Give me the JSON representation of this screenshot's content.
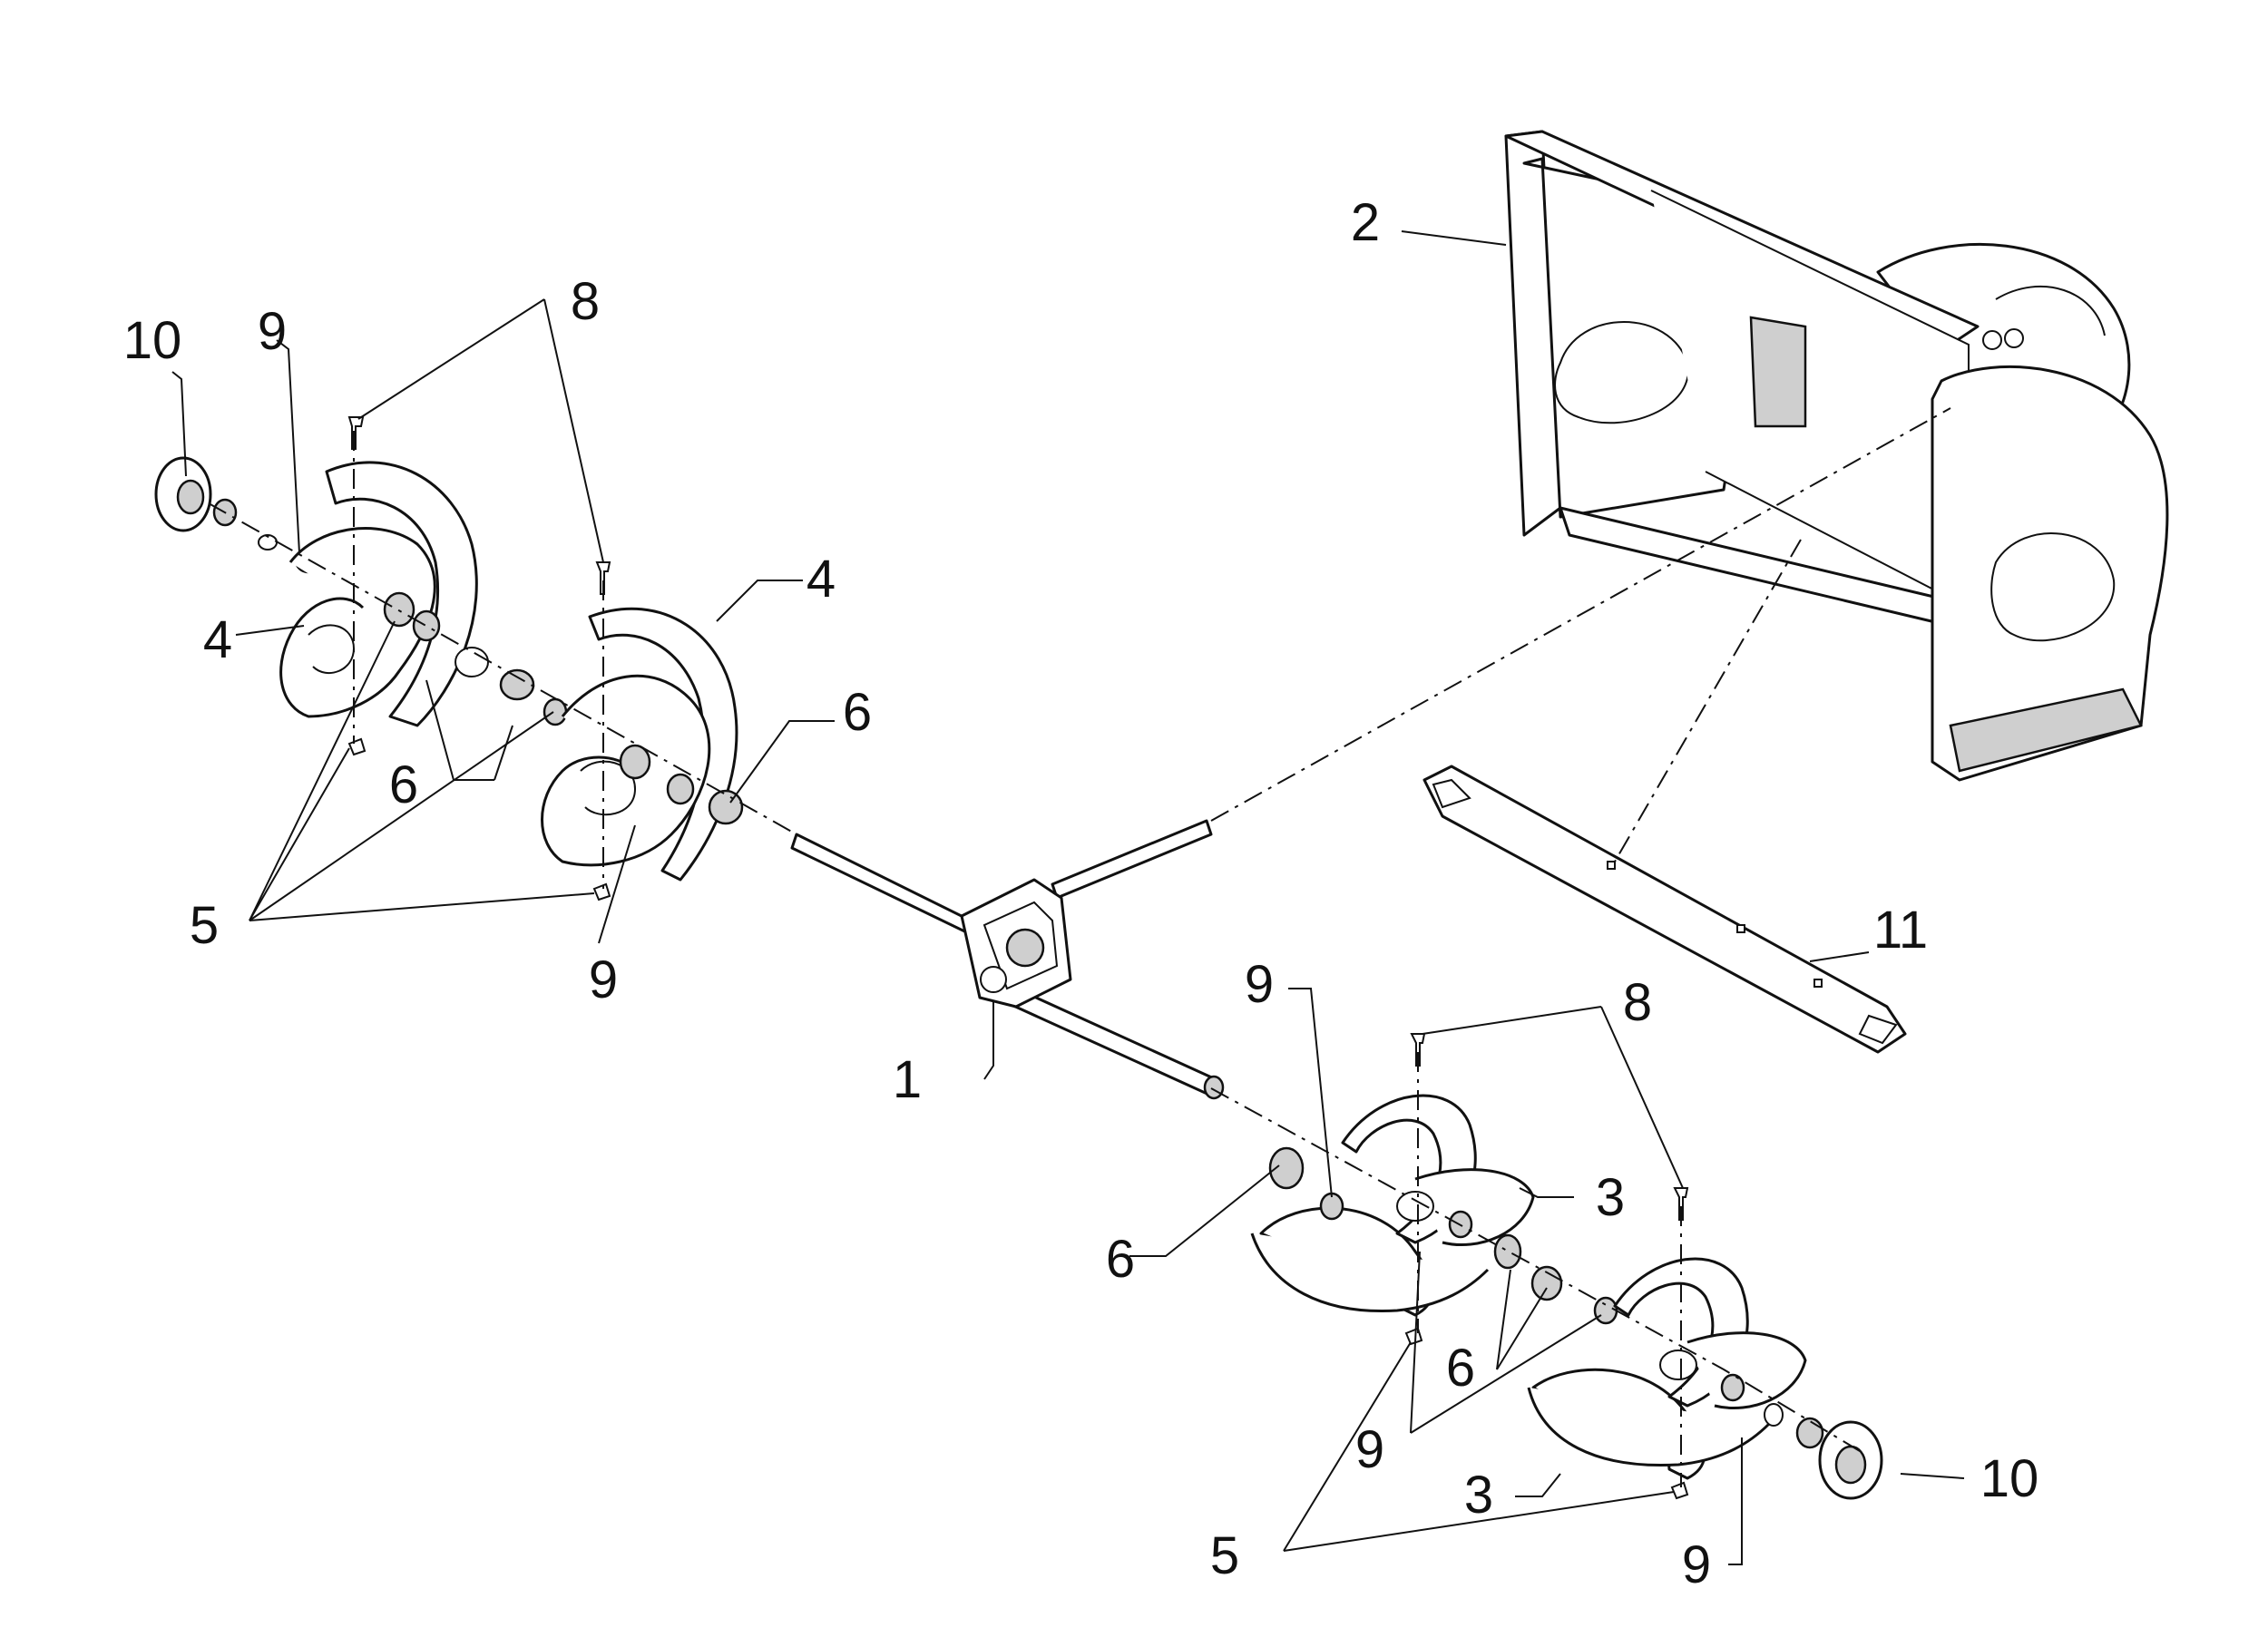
{
  "callouts": {
    "c1": "1",
    "c2": "2",
    "c3a": "3",
    "c3b": "3",
    "c4a": "4",
    "c4b": "4",
    "c5a": "5",
    "c5b": "5",
    "c6a": "6",
    "c6b": "6",
    "c6c": "6",
    "c6d": "6",
    "c8a": "8",
    "c8b": "8",
    "c9a": "9",
    "c9b": "9",
    "c9c": "9",
    "c9d": "9",
    "c9e": "9",
    "c10a": "10",
    "c10b": "10",
    "c11": "11"
  }
}
